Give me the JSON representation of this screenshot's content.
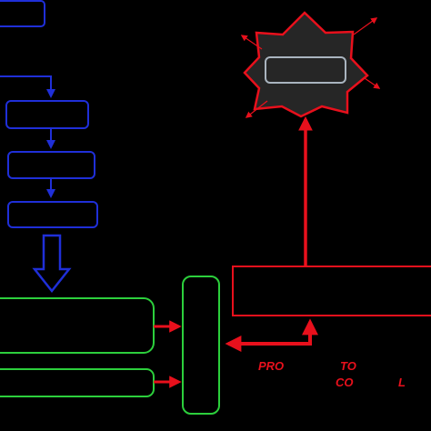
{
  "diagram": {
    "labels": {
      "pro": "PRO",
      "to": "TO",
      "co": "CO",
      "l": "L"
    },
    "colors": {
      "background": "#000000",
      "flow_blue": "#1f2fd8",
      "input_green": "#2ccf3c",
      "output_red": "#e8101c",
      "starburst_fill": "#262626",
      "inner_box_stroke": "#a9b4bf"
    }
  }
}
